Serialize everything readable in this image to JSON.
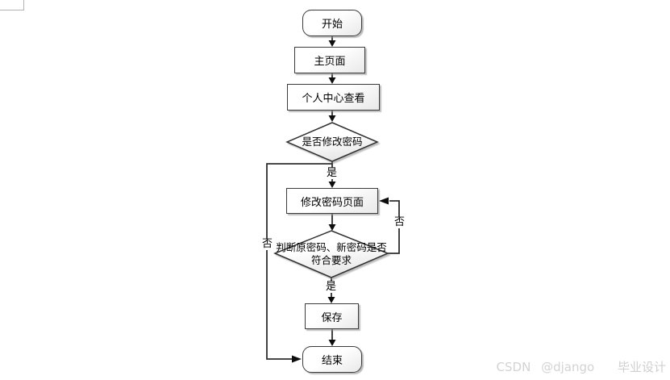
{
  "page": {
    "background": "#ffffff"
  },
  "colors": {
    "node_border": "#3b3b3b",
    "node_fill_top": "#ffffff",
    "node_fill_bottom": "#e9e9e9",
    "connector": "#2e2e2e",
    "arrowhead": "#0d0d0d",
    "node_shadow": "#919191",
    "page_edge": "#b3b3b3",
    "watermark_text": "#d3d3d3",
    "text": "#000000"
  },
  "flowchart": {
    "nodes": {
      "start": "开始",
      "main_page": "主页面",
      "personal_center": "个人中心查看",
      "decision_modify": "是否修改密码",
      "modify_password_page": "修改密码页面",
      "decision_validate_line1": "判断原密码、新密码是否",
      "decision_validate_line2": "符合要求",
      "save": "保存",
      "end": "结束"
    },
    "edge_labels": {
      "yes_modify": "是",
      "no_modify": "否",
      "yes_valid": "是",
      "no_valid": "否"
    }
  },
  "watermark": {
    "brand": "CSDN",
    "handle": "@django",
    "label": "毕业设计"
  }
}
